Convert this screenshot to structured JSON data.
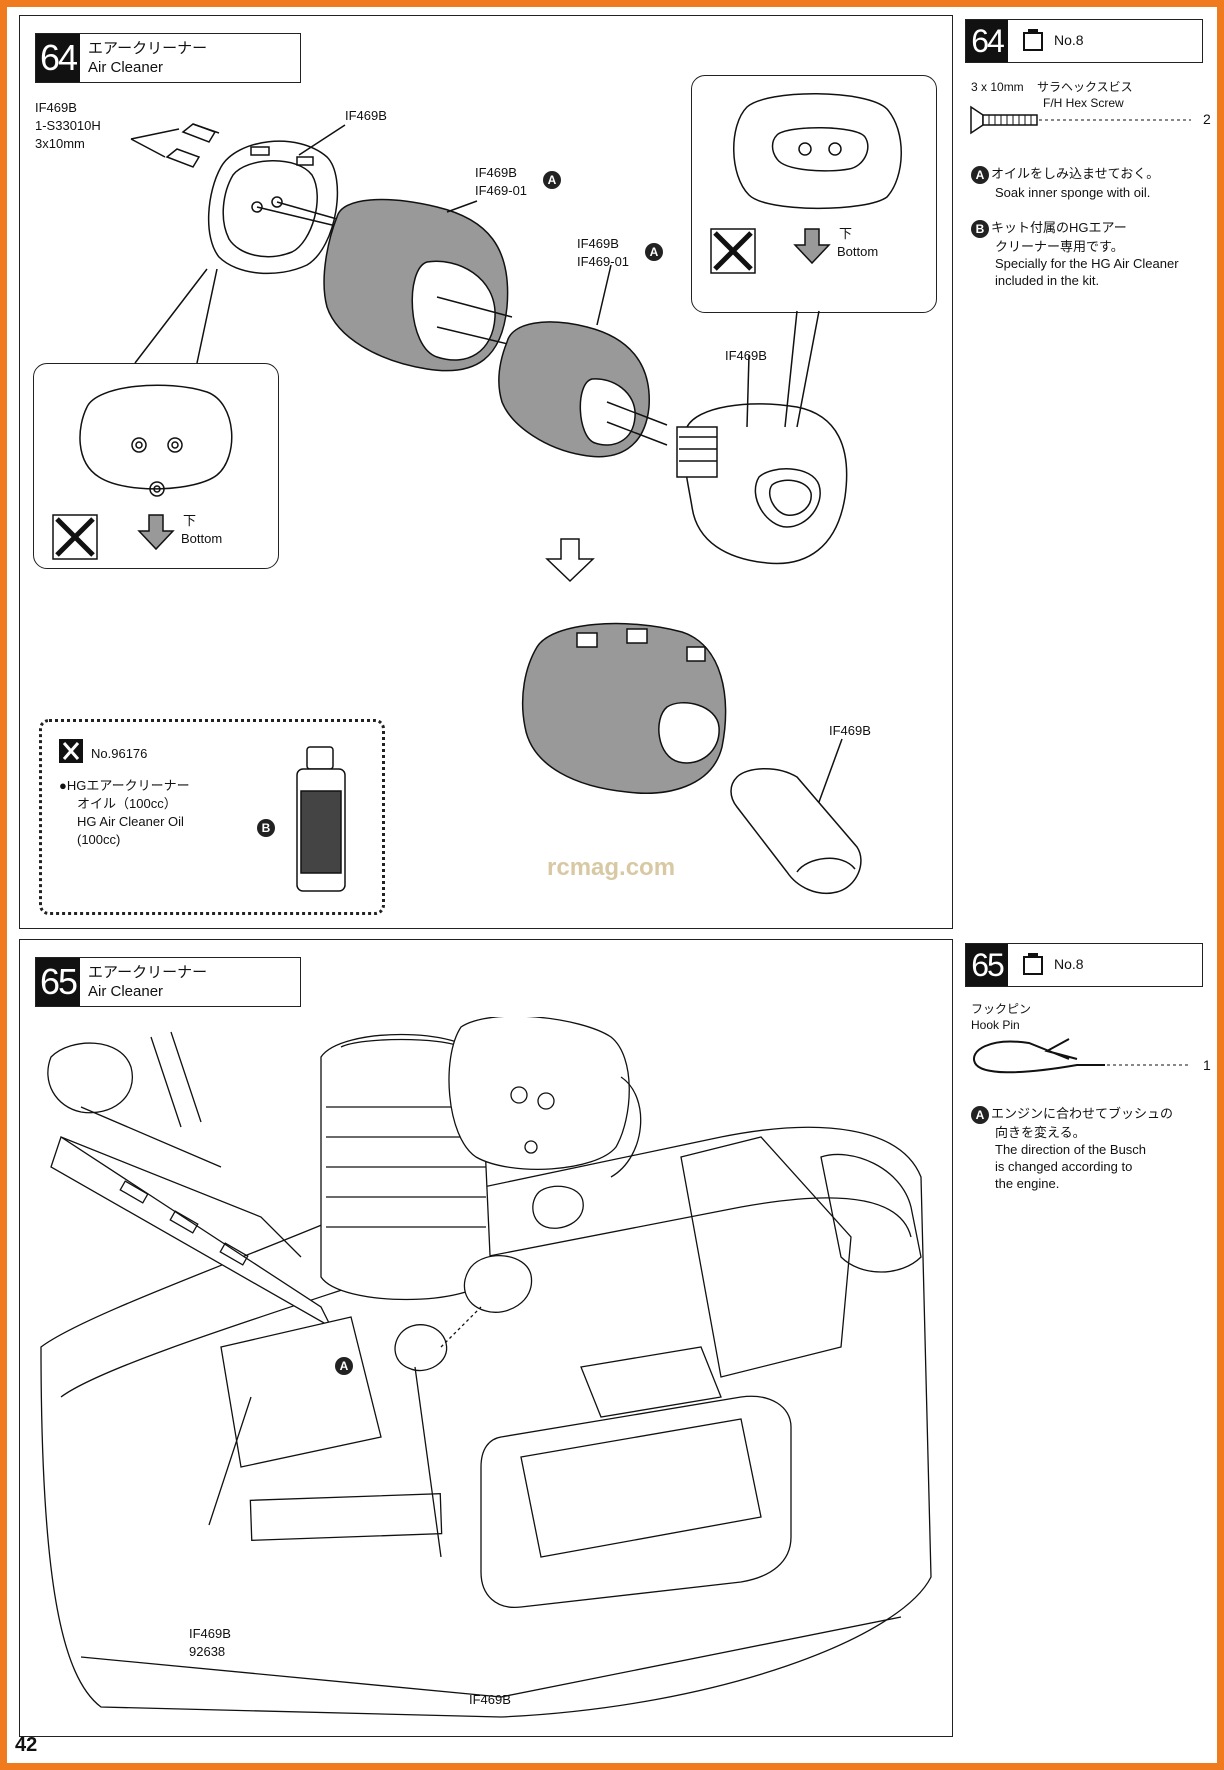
{
  "page_number": "42",
  "step64": {
    "number": "64",
    "title_jp": "エアークリーナー",
    "title_en": "Air Cleaner",
    "labels": {
      "screws_part": "IF469B",
      "screws_code": "1-S33010H",
      "screws_size": "3x10mm",
      "cap_part": "IF469B",
      "sponge1_part": "IF469B",
      "sponge1_code": "IF469-01",
      "sponge2_part": "IF469B",
      "sponge2_code": "IF469-01",
      "housing_part": "IF469B",
      "hose_part": "IF469B"
    },
    "callout_bottom_jp": "下",
    "callout_bottom_en": "Bottom",
    "callout2_bottom_jp": "下",
    "callout2_bottom_en": "Bottom",
    "oil_box": {
      "tool_no": "No.96176",
      "line1": "●HGエアークリーナー",
      "line2": "オイル（100cc）",
      "line3": "HG Air Cleaner Oil",
      "line4": "(100cc)",
      "marker": "B"
    },
    "marker_a": "A",
    "watermark": "rcmag.com"
  },
  "side64": {
    "number": "64",
    "bag": "No.8",
    "screw_size": "3 x 10mm",
    "screw_name_jp": "サラヘックスビス",
    "screw_name_en": "F/H Hex Screw",
    "screw_qty": "2",
    "noteA_marker": "A",
    "noteA_jp": "オイルをしみ込ませておく。",
    "noteA_en": "Soak inner sponge with oil.",
    "noteB_marker": "B",
    "noteB_jp1": "キット付属のHGエアー",
    "noteB_jp2": "クリーナー専用です。",
    "noteB_en1": "Specially for the HG Air Cleaner",
    "noteB_en2": "included in the kit."
  },
  "step65": {
    "number": "65",
    "title_jp": "エアークリーナー",
    "title_en": "Air Cleaner",
    "marker_a": "A",
    "label_pin_part": "IF469B",
    "label_pin_code": "92638",
    "label_busch_part": "IF469B"
  },
  "side65": {
    "number": "65",
    "bag": "No.8",
    "pin_jp": "フックピン",
    "pin_en": "Hook Pin",
    "pin_qty": "1",
    "noteA_marker": "A",
    "noteA_jp1": "エンジンに合わせてブッシュの",
    "noteA_jp2": "向きを変える。",
    "noteA_en1": "The direction of the Busch",
    "noteA_en2": "is changed according to",
    "noteA_en3": "the engine."
  },
  "colors": {
    "border": "#f07b1e",
    "sponge": "#999999",
    "ink": "#111111"
  }
}
